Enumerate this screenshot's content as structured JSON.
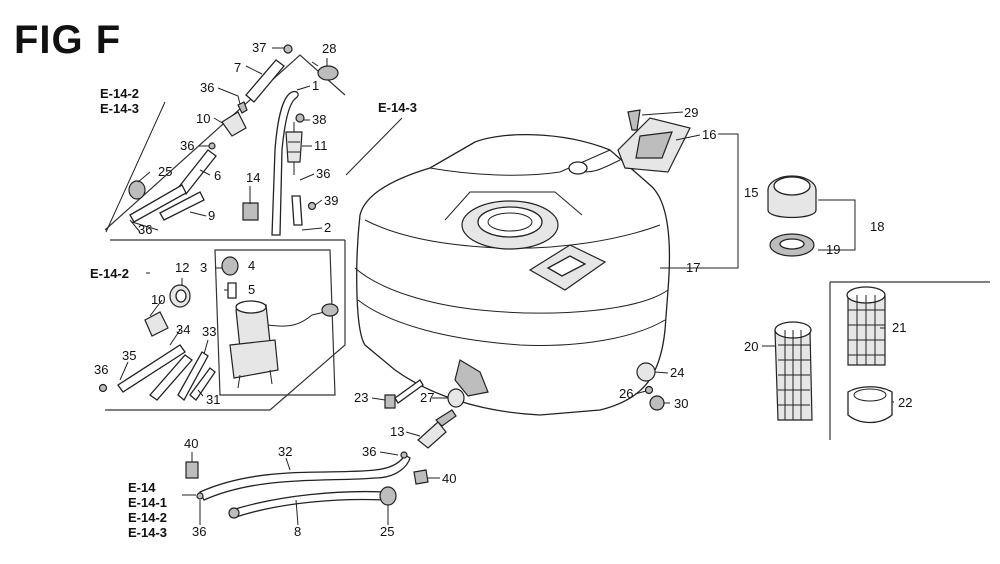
{
  "title": "FIG F",
  "refs": {
    "r1": "E-14-2",
    "r2": "E-14-3",
    "r3": "E-14-3",
    "r4": "E-14-2",
    "r5": "E-14",
    "r6": "E-14-1",
    "r7": "E-14-2",
    "r8": "E-14-3"
  },
  "labels": {
    "p37": "37",
    "p7": "7",
    "p28": "28",
    "p36a": "36",
    "p1": "1",
    "p10a": "10",
    "p38": "38",
    "p36b": "36",
    "p11": "11",
    "p25a": "25",
    "p6": "6",
    "p14": "14",
    "p36c": "36",
    "p39": "39",
    "p36d": "36",
    "p9": "9",
    "p2": "2",
    "p29": "29",
    "p16": "16",
    "p15": "15",
    "p18": "18",
    "p19": "19",
    "p17": "17",
    "p3": "3",
    "p4": "4",
    "p5": "5",
    "p12": "12",
    "p10b": "10",
    "p34": "34",
    "p33": "33",
    "p35": "35",
    "p36e": "36",
    "p31": "31",
    "p21": "21",
    "p20": "20",
    "p24": "24",
    "p23": "23",
    "p27": "27",
    "p26": "26",
    "p30": "30",
    "p22": "22",
    "p13": "13",
    "p40a": "40",
    "p32": "32",
    "p36f": "36",
    "p40b": "40",
    "p8": "8",
    "p36g": "36",
    "p25b": "25"
  }
}
